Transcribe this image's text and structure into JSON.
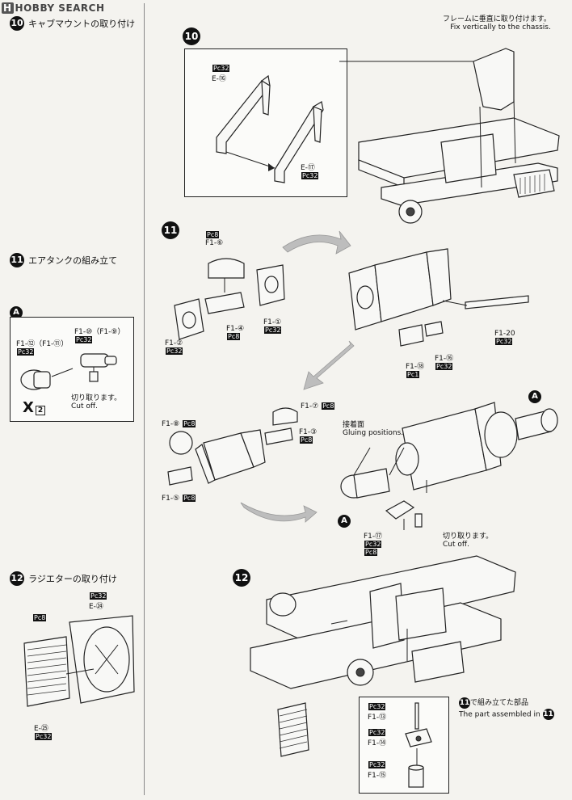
{
  "watermark": "HOBBY SEARCH",
  "watermark_h": "H",
  "steps": {
    "s10": {
      "num": "10",
      "title": "キャブマウントの取り付け",
      "note_jp": "フレームに垂直に取り付けます。",
      "note_en": "Fix vertically to the chassis.",
      "parts": {
        "pc_top": "Pc",
        "pc_top_n": "32",
        "e_top": "E-⑯",
        "e_bot": "E-⑰",
        "pc_bot": "Pc",
        "pc_bot_n": "32"
      }
    },
    "s11": {
      "num": "11",
      "title": "エアタンクの組み立て",
      "subA": {
        "mark": "A",
        "p1": "F1-⑩（F1-⑨）",
        "p1_pc": "Pc",
        "p1_pc_n": "32",
        "p2": "F1-⑫（F1-⑪）",
        "p2_pc": "Pc",
        "p2_pc_n": "32",
        "cut_jp": "切り取ります。",
        "cut_en": "Cut off.",
        "x_mark": "X",
        "x_count": "2"
      },
      "a_labels": {
        "pc8": "Pc",
        "pc8_n": "8",
        "f16": "F1-⑥",
        "f1_2": "F1-②",
        "f1_2pc": "Pc",
        "f1_2pc_n": "32",
        "f1_4": "F1-④",
        "f1_4pc": "Pc",
        "f1_4pc_n": "8",
        "f1_1": "F1-①",
        "f1_1pc": "Pc",
        "f1_1pc_n": "32",
        "f1_20": "F1-20",
        "f1_20pc": "Pc",
        "f1_20pc_n": "32",
        "f1_18": "F1-⑱",
        "f1_18pc": "Pc",
        "f1_18pc_n": "1",
        "f1_16": "F1-⑯",
        "f1_16pc": "Pc",
        "f1_16pc_n": "32",
        "f1_7": "F1-⑦",
        "f1_7pc": "Pc",
        "f1_7pc_n": "8",
        "f1_8": "F1-⑧",
        "f1_8pc": "Pc",
        "f1_8pc_n": "8",
        "f1_3": "F1-③",
        "f1_3pc": "Pc",
        "f1_3pc_n": "8",
        "f1_5": "F1-⑤",
        "f1_5pc": "Pc",
        "f1_5pc_n": "8",
        "glue_jp": "接着面",
        "glue_en": "Gluing positions.",
        "f1_17": "F1-⑰",
        "f1_17pc": "Pc",
        "f1_17pc_n": "32",
        "pc8b": "Pc",
        "pc8b_n": "8",
        "cut_jp": "切り取ります。",
        "cut_en": "Cut off.",
        "markA": "A"
      }
    },
    "s12": {
      "num": "12",
      "title": "ラジエターの取り付け",
      "labels": {
        "pc_a": "Pc",
        "pc_a_n": "32",
        "e24": "E-㉔",
        "pc_b": "Pc",
        "pc_b_n": "8",
        "e25": "E-㉕",
        "pc_c": "Pc",
        "pc_c_n": "32"
      },
      "assembled_jp": "で組み立てた部品",
      "assembled_en": "The part assembled in",
      "assembled_ref": "11",
      "inset": {
        "pc1": "Pc",
        "pc1_n": "32",
        "f1_13": "F1-⑬",
        "pc2": "Pc",
        "pc2_n": "32",
        "f1_14": "F1-⑭",
        "pc3": "Pc",
        "pc3_n": "32",
        "f1_15": "F1-⑮"
      }
    }
  }
}
